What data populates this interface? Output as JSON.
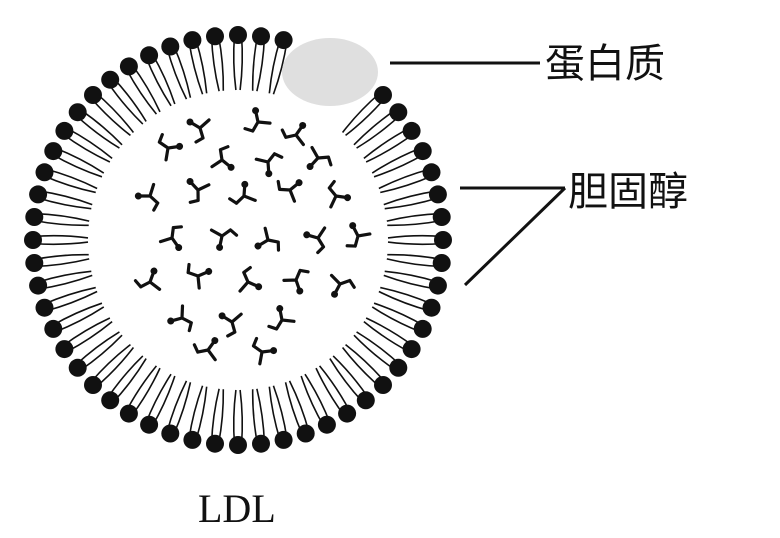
{
  "labels": {
    "protein": "蛋白质",
    "cholesterol": "胆固醇",
    "caption": "LDL"
  },
  "colors": {
    "ink": "#111111",
    "protein_fill": "#d9d9d9",
    "background": "#ffffff"
  }
}
